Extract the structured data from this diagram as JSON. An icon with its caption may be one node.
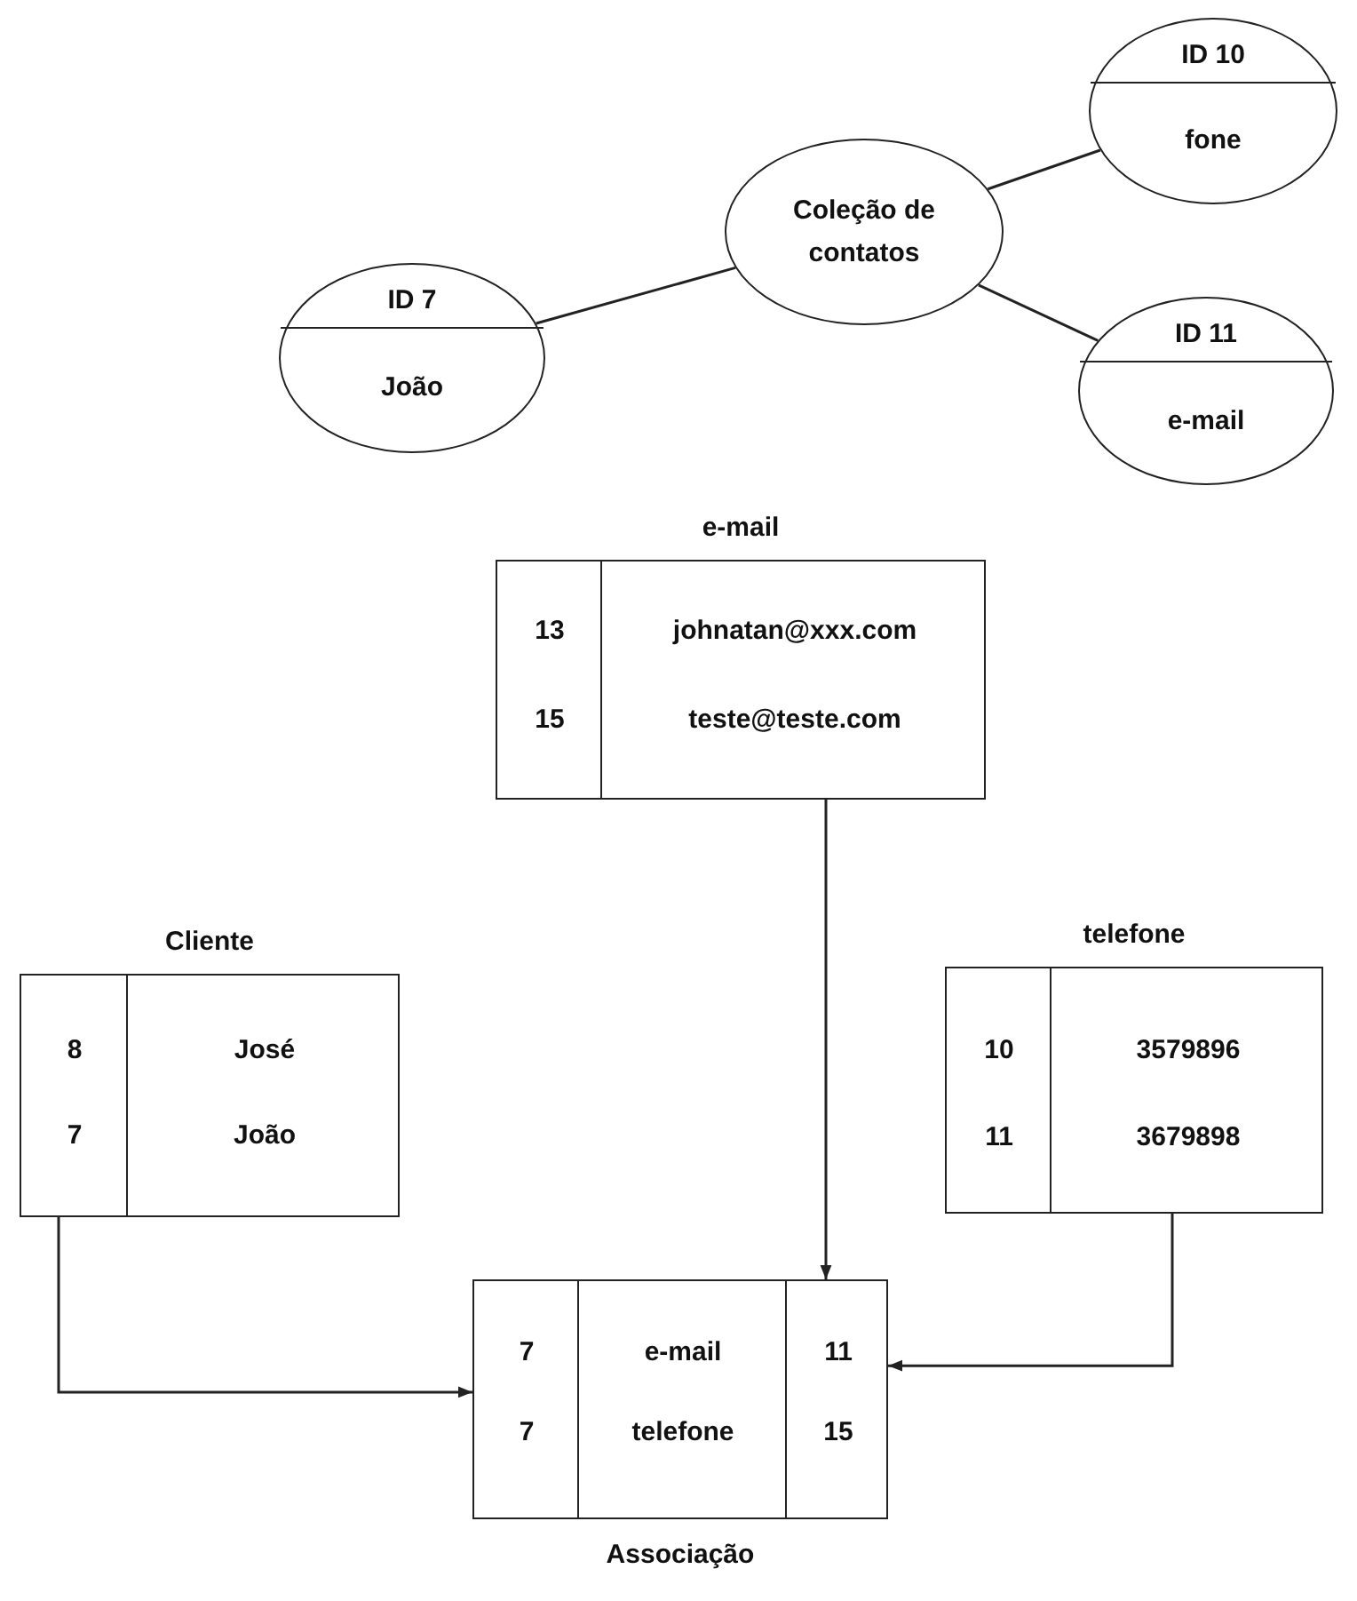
{
  "diagram": {
    "nodes": [
      {
        "text": [
          "ID  7",
          "João"
        ]
      },
      {
        "text": [
          "Coleção de contatos"
        ]
      },
      {
        "text": [
          "ID 10",
          "fone"
        ]
      },
      {
        "text": [
          "ID 11",
          "e-mail"
        ]
      },
      {
        "text": [
          "e-mail",
          "13",
          "johnatan@xxx.com",
          "15",
          "teste@teste.com"
        ]
      },
      {
        "text": [
          "Cliente",
          "8",
          "José",
          "7",
          "João"
        ]
      },
      {
        "text": [
          "telefone",
          "10",
          "3579896",
          "11",
          "3679898"
        ]
      },
      {
        "text": [
          "7",
          "e-mail",
          "11",
          "7",
          "telefone",
          "15",
          "Associação"
        ]
      }
    ],
    "edges": [
      {
        "from": 1,
        "to": 0,
        "arrow": "none"
      },
      {
        "from": 1,
        "to": 2,
        "arrow": "none"
      },
      {
        "from": 1,
        "to": 3,
        "arrow": "none"
      },
      {
        "from": 4,
        "to": 7,
        "arrow": "to"
      },
      {
        "from": 5,
        "to": 7,
        "arrow": "to"
      },
      {
        "from": 6,
        "to": 7,
        "arrow": "to"
      }
    ]
  }
}
